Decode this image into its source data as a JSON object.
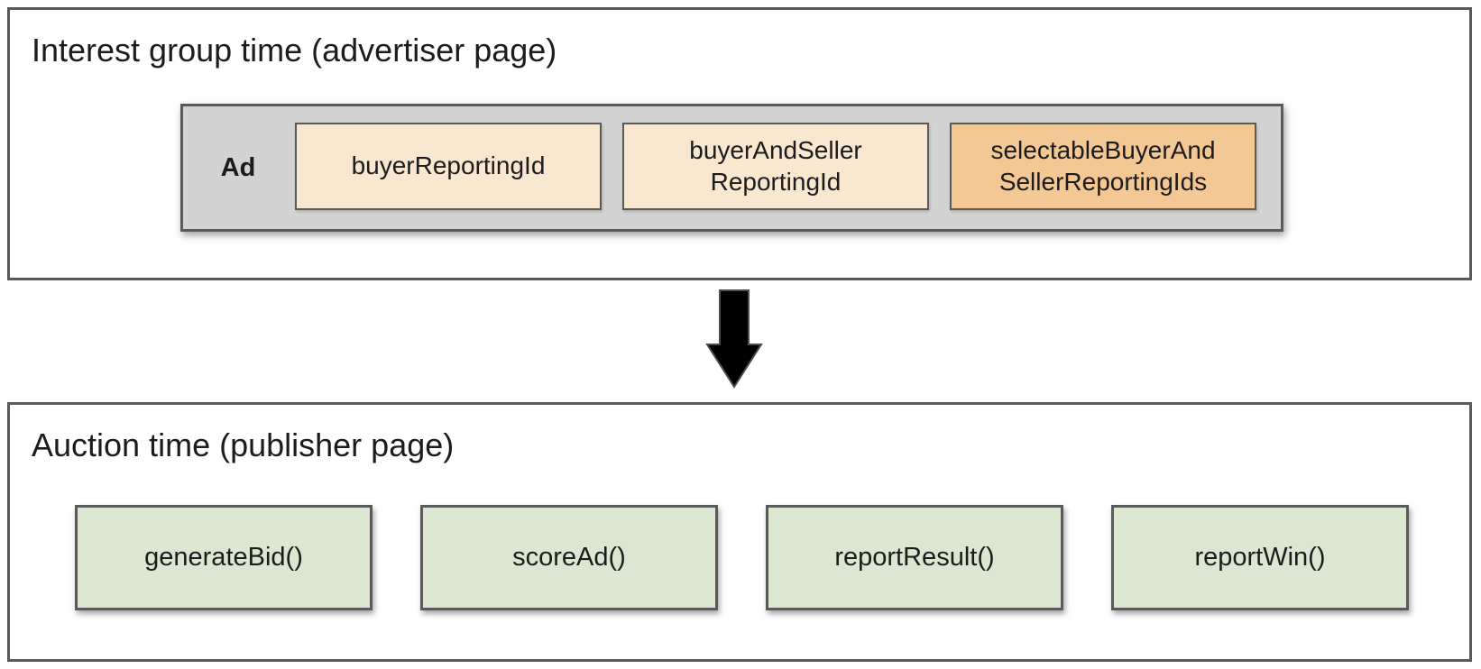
{
  "colors": {
    "panel_border": "#5A5A5A",
    "box_border": "#5A5A5A",
    "ad_container_bg": "#D3D3D3",
    "peach_bg": "#FAE7CF",
    "orange_bg": "#F4C894",
    "green_bg": "#DBE7D0",
    "text": "#1C1C1C",
    "arrow_fill": "#000000",
    "arrow_stroke": "#4D4D4D"
  },
  "interest_group_panel": {
    "title": "Interest group time (advertiser page)",
    "ad_label": "Ad",
    "reporting_id_boxes": [
      {
        "label": "buyerReportingId",
        "variant": "peach"
      },
      {
        "label": "buyerAndSeller\nReportingId",
        "variant": "peach"
      },
      {
        "label": "selectableBuyerAnd\nSellerReportingIds",
        "variant": "orange"
      }
    ]
  },
  "arrow": {
    "icon": "down-arrow"
  },
  "auction_panel": {
    "title": "Auction time (publisher page)",
    "function_boxes": [
      {
        "label": "generateBid()"
      },
      {
        "label": "scoreAd()"
      },
      {
        "label": "reportResult()"
      },
      {
        "label": "reportWin()"
      }
    ]
  }
}
